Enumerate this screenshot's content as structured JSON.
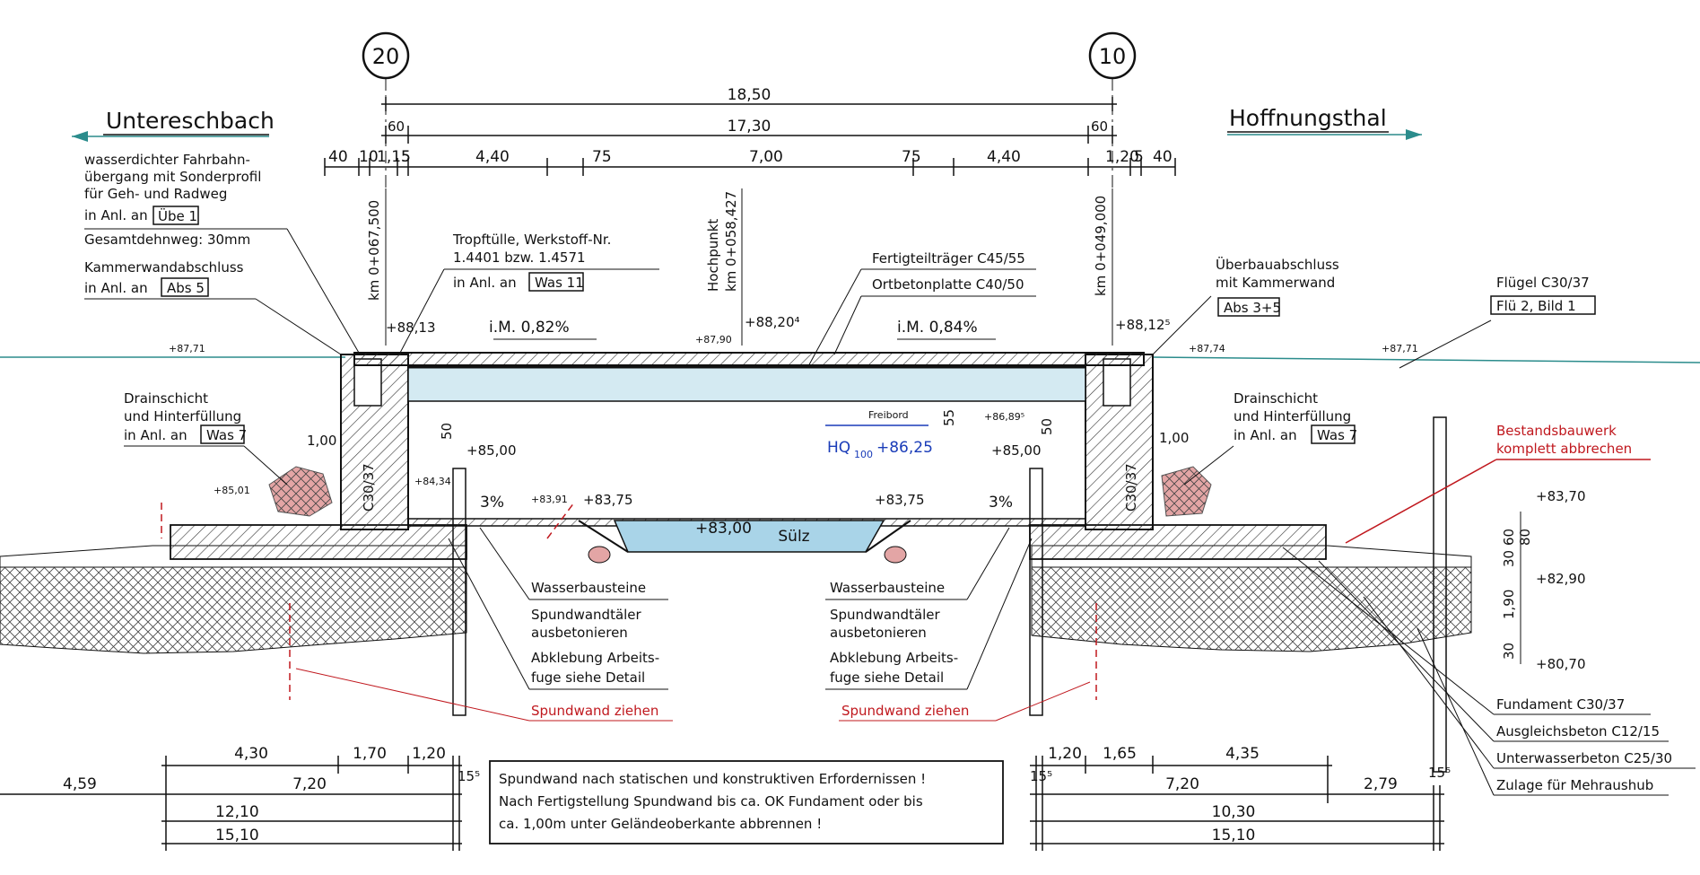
{
  "axes": {
    "left": "20",
    "right": "10"
  },
  "places": {
    "left": "Untereschbach",
    "right": "Hoffnungsthal"
  },
  "dims_top": {
    "total": "18,50",
    "inner": "17,30",
    "end_left": "60",
    "end_right": "60",
    "row": [
      "40",
      "10",
      "1,15",
      "5",
      "4,40",
      "75",
      "7,00",
      "75",
      "4,40",
      "1,20",
      "5",
      "40"
    ]
  },
  "stations": {
    "left": "km 0+067,500",
    "mid": "km 0+058,427",
    "mid_caption": "Hochpunkt",
    "right": "km 0+049,000"
  },
  "levels": {
    "deck_left": "+88,13",
    "deck_mid": "+88,20⁴",
    "deck_right": "+88,12⁵",
    "ground_l": "+87,71",
    "ground_m": "+87,90",
    "ground_r": "+87,74",
    "ground_rr": "+87,71",
    "water": "+83,00",
    "bank_left": "+83,75",
    "bank_right": "+83,75",
    "sheet_left": "+85,00",
    "sheet_right": "+85,00",
    "freibord_level": "+86,89⁵",
    "ho": "HQ",
    "ho_sub": "100",
    "ho_val": "+86,25",
    "small_l1": "+85,01",
    "small_l2": "+84,34",
    "small_l3": "+83,91",
    "r_top": "+83,70",
    "r_mid": "+82,90",
    "r_bot": "+80,70"
  },
  "slopes": {
    "left": "i.M. 0,82%",
    "right": "i.M. 0,84%",
    "floor_left": "3%",
    "floor_right": "3%"
  },
  "labels": {
    "expansion_lines": [
      "wasserdichter Fahrbahn-",
      "übergang mit Sonderprofil",
      "für Geh- und Radweg"
    ],
    "expansion_ref_prefix": "in Anl. an",
    "expansion_ref": "Übe 1",
    "dehnweg": "Gesamtdehnweg: 30mm",
    "kammer": "Kammerwandabschluss",
    "kammer_ref_prefix": "in Anl. an",
    "kammer_ref": "Abs 5",
    "tropf_1": "Tropftülle, Werkstoff-Nr.",
    "tropf_2": "1.4401 bzw. 1.4571",
    "tropf_ref_prefix": "in Anl. an",
    "tropf_ref": "Was 11",
    "girder": "Fertigteilträger C45/55",
    "slab": "Ortbetonplatte C40/50",
    "superstructure_1": "Überbauabschluss",
    "superstructure_2": "mit Kammerwand",
    "superstructure_ref": "Abs 3+5",
    "wing": "Flügel C30/37",
    "wing_ref": "Flü 2, Bild 1",
    "drain_1": "Drainschicht",
    "drain_2": "und Hinterfüllung",
    "drain_ref_prefix": "in Anl. an",
    "drain_ref": "Was 7",
    "wall_material": "C30/37",
    "freibord": "Freibord",
    "river": "Sülz",
    "stones": "Wasserbausteine",
    "sheet_fill_1": "Spundwandtäler",
    "sheet_fill_2": "ausbetonieren",
    "seal_1": "Abklebung Arbeits-",
    "seal_2": "fuge siehe Detail",
    "pull_sheet": "Spundwand ziehen",
    "demolish_1": "Bestandsbauwerk",
    "demolish_2": "komplett abbrechen",
    "foundation": "Fundament C30/37",
    "leveling": "Ausgleichsbeton C12/15",
    "underwater": "Unterwasserbeton C25/30",
    "excavation": "Zulage für Mehraushub"
  },
  "small_dims": {
    "d50a": "50",
    "d55": "55",
    "d50b": "50",
    "d100l": "1,00",
    "d100r": "1,00",
    "r60": "60",
    "r80": "80",
    "r30a": "30",
    "r190": "1,90",
    "r30b": "30"
  },
  "dims_bottom_left": {
    "a": "4,30",
    "b": "1,70",
    "c": "1,20",
    "d": "15⁵",
    "e": "4,59",
    "f": "7,20",
    "g": "12,10",
    "h": "15,10"
  },
  "dims_bottom_right": {
    "a": "1,20",
    "b": "1,65",
    "c": "4,35",
    "d": "15⁵",
    "e": "7,20",
    "f": "2,79",
    "g": "15⁵",
    "h": "10,30",
    "i": "15,10"
  },
  "note": {
    "line1": "Spundwand nach statischen und konstruktiven Erfordernissen !",
    "line2": "Nach Fertigstellung Spundwand bis ca. OK Fundament oder bis",
    "line3": "ca. 1,00m unter Geländeoberkante abbrennen !"
  },
  "colors": {
    "line": "#111111",
    "red": "#c0181e",
    "water": "#a9d4e8",
    "deck": "#d4eaf2",
    "pink": "#e3a5a5",
    "blue": "#1a3cb8",
    "teal": "#2b8c8c"
  }
}
